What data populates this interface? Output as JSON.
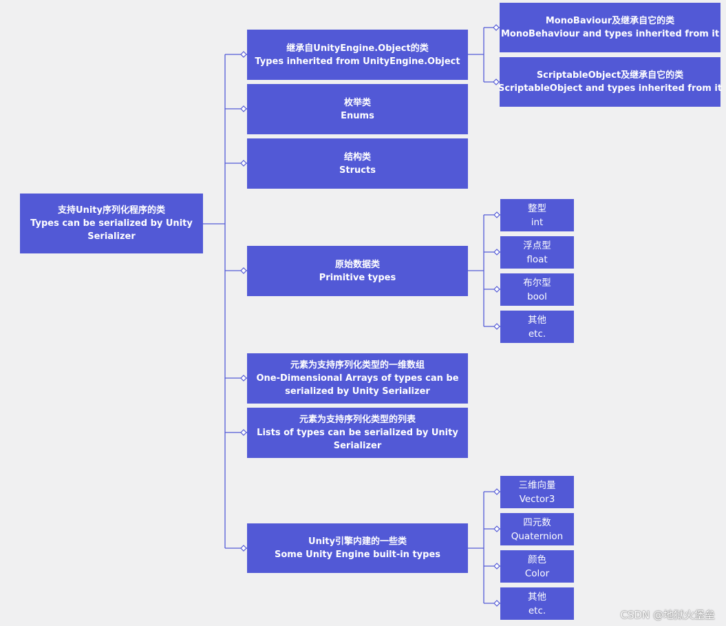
{
  "colors": {
    "node": "#5259d6",
    "connector": "#5259d6",
    "background": "#f0f0f1",
    "text": "#ffffff"
  },
  "root": {
    "line1": "支持Unity序列化程序的类",
    "line2": "Types can be serialized by Unity Serializer"
  },
  "branches": [
    {
      "line1": "继承自UnityEngine.Object的类",
      "line2": "Types inherited from UnityEngine.Object",
      "children": [
        {
          "line1": "MonoBaviour及继承自它的类",
          "line2": "MonoBehaviour and types inherited from it"
        },
        {
          "line1": "ScriptableObject及继承自它的类",
          "line2": "ScriptableObject and types inherited from it"
        }
      ]
    },
    {
      "line1": "枚举类",
      "line2": "Enums",
      "children": []
    },
    {
      "line1": "结构类",
      "line2": "Structs",
      "children": []
    },
    {
      "line1": "原始数据类",
      "line2": "Primitive types",
      "children": [
        {
          "line1": "整型",
          "line2": "int"
        },
        {
          "line1": "浮点型",
          "line2": "float"
        },
        {
          "line1": "布尔型",
          "line2": "bool"
        },
        {
          "line1": "其他",
          "line2": "etc."
        }
      ]
    },
    {
      "line1": "元素为支持序列化类型的一维数组",
      "line2": "One-Dimensional Arrays of types can be serialized by Unity Serializer",
      "children": []
    },
    {
      "line1": "元素为支持序列化类型的列表",
      "line2": "Lists of types can be serialized by Unity Serializer",
      "children": []
    },
    {
      "line1": "Unity引擎内建的一些类",
      "line2": "Some Unity Engine built-in types",
      "children": [
        {
          "line1": "三维向量",
          "line2": "Vector3"
        },
        {
          "line1": "四元数",
          "line2": "Quaternion"
        },
        {
          "line1": "颜色",
          "line2": "Color"
        },
        {
          "line1": "其他",
          "line2": "etc."
        }
      ]
    }
  ],
  "watermark": "CSDN @地狱火堡垒"
}
